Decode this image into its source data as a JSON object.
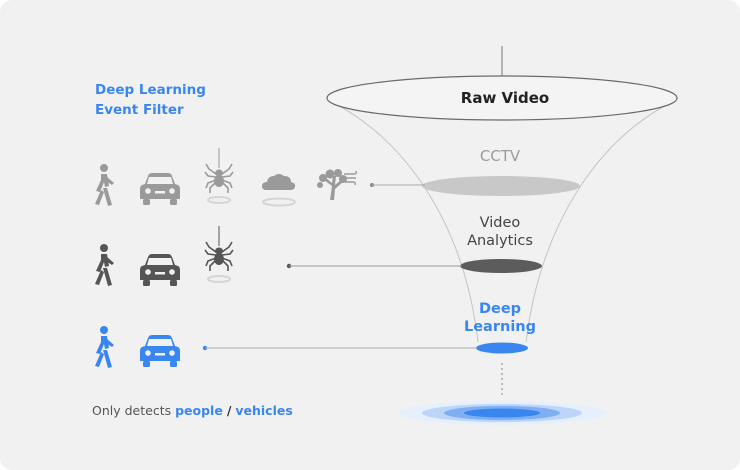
{
  "title": {
    "line1": "Deep Learning",
    "line2": "Event Filter"
  },
  "funnel": {
    "top_label": "Raw Video",
    "stage1_label": "CCTV",
    "stage2_line1": "Video",
    "stage2_line2": "Analytics",
    "stage3_line1": "Deep",
    "stage3_line2": "Learning"
  },
  "rows": [
    {
      "icons": [
        "person-walking-icon",
        "car-icon",
        "spider-icon",
        "cloud-icon",
        "tree-wind-icon"
      ],
      "color": "#9a9a9a"
    },
    {
      "icons": [
        "person-walking-icon",
        "car-icon",
        "spider-icon"
      ],
      "color": "#555555"
    },
    {
      "icons": [
        "person-walking-icon",
        "car-icon"
      ],
      "color": "#3a86f0"
    }
  ],
  "footer": {
    "prefix": "Only detects",
    "people": "people",
    "sep": "/",
    "vehicles": "vehicles"
  },
  "colors": {
    "accent": "#3a86f0",
    "gray_light": "#9a9a9a",
    "gray_dark": "#555555",
    "background": "#f1f1f1"
  }
}
